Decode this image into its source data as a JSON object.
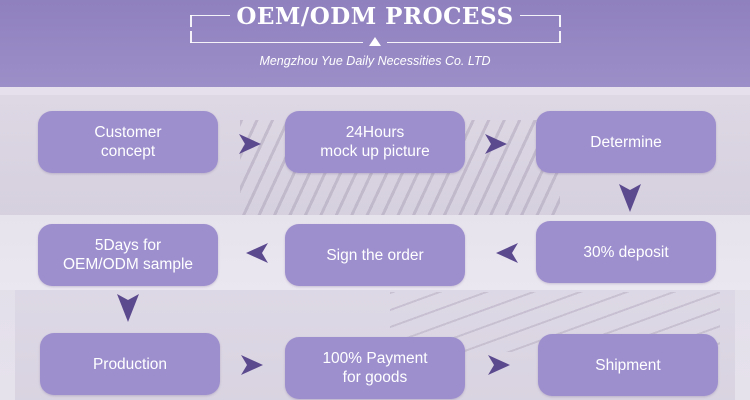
{
  "header": {
    "title": "OEM/ODM PROCESS",
    "subtitle": "Mengzhou Yue Daily Necessities Co. LTD"
  },
  "steps": [
    {
      "label": "Customer\nconcept"
    },
    {
      "label": "24Hours\nmock up picture"
    },
    {
      "label": "Determine"
    },
    {
      "label": "30% deposit"
    },
    {
      "label": "Sign the order"
    },
    {
      "label": "5Days for\nOEM/ODM sample"
    },
    {
      "label": "Production"
    },
    {
      "label": "100% Payment\nfor goods"
    },
    {
      "label": "Shipment"
    }
  ],
  "colors": {
    "header_bg": "#9a8cc6",
    "box_fill": "#9d8fce",
    "arrow_fill": "#5c4a8f",
    "text": "#ffffff"
  },
  "arrows": [
    {
      "icon": "arrow-right-icon"
    },
    {
      "icon": "arrow-right-icon"
    },
    {
      "icon": "arrow-down-icon"
    },
    {
      "icon": "arrow-left-icon"
    },
    {
      "icon": "arrow-left-icon"
    },
    {
      "icon": "arrow-down-icon"
    },
    {
      "icon": "arrow-right-icon"
    },
    {
      "icon": "arrow-right-icon"
    }
  ]
}
